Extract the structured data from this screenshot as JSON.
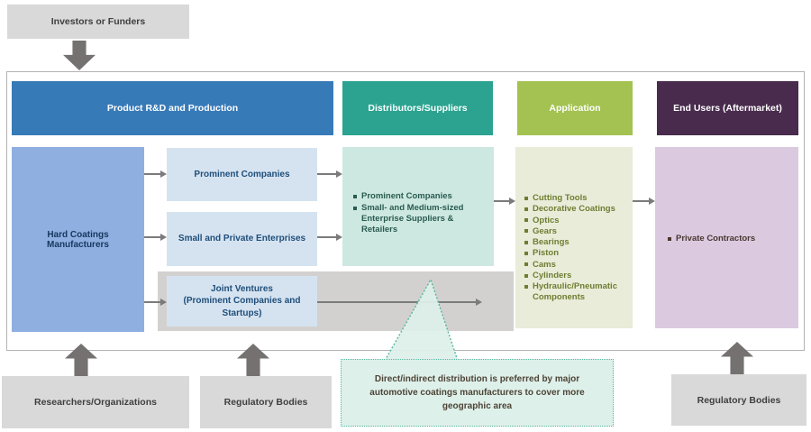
{
  "top": {
    "investors_label": "Investors or Funders"
  },
  "headers": {
    "production": "Product R&D and Production",
    "distributors": "Distributors/Suppliers",
    "application": "Application",
    "end_users": "End Users (Aftermarket)"
  },
  "production": {
    "manufacturer": "Hard Coatings Manufacturers",
    "prominent": "Prominent Companies",
    "small_private": "Small and Private Enterprises",
    "joint_ventures_line1": "Joint Ventures",
    "joint_ventures_line2": "(Prominent Companies and Startups)"
  },
  "distributors": {
    "items": [
      "Prominent Companies",
      "Small- and Medium-sized Enterprise Suppliers & Retailers"
    ]
  },
  "application": {
    "items": [
      "Cutting Tools",
      "Decorative Coatings",
      "Optics",
      "Gears",
      "Bearings",
      "Piston",
      "Cams",
      "Cylinders",
      "Hydraulic/Pneumatic Components"
    ]
  },
  "end_users": {
    "items": [
      "Private Contractors"
    ]
  },
  "callout": {
    "text": "Direct/indirect distribution is preferred by major  automotive coatings manufacturers to cover more geographic area"
  },
  "bottom": {
    "researchers": "Researchers/Organizations",
    "regulatory_mid": "Regulatory Bodies",
    "regulatory_right": "Regulatory Bodies"
  },
  "colors": {
    "header_blue": "#377ab8",
    "header_teal": "#2ba390",
    "header_green": "#a3c251",
    "header_purple": "#482b4d",
    "manufacturer_blue": "#8eafe0",
    "light_blue": "#d5e3f1",
    "light_teal": "#cde8e1",
    "light_olive": "#e9ecd8",
    "light_purple": "#dbc9e0",
    "gray_box": "#d9d9d9",
    "gray_band": "#d3d1cf",
    "arrow_gray": "#767171",
    "callout_bg": "#def0ea",
    "callout_border": "#55b8a1"
  }
}
